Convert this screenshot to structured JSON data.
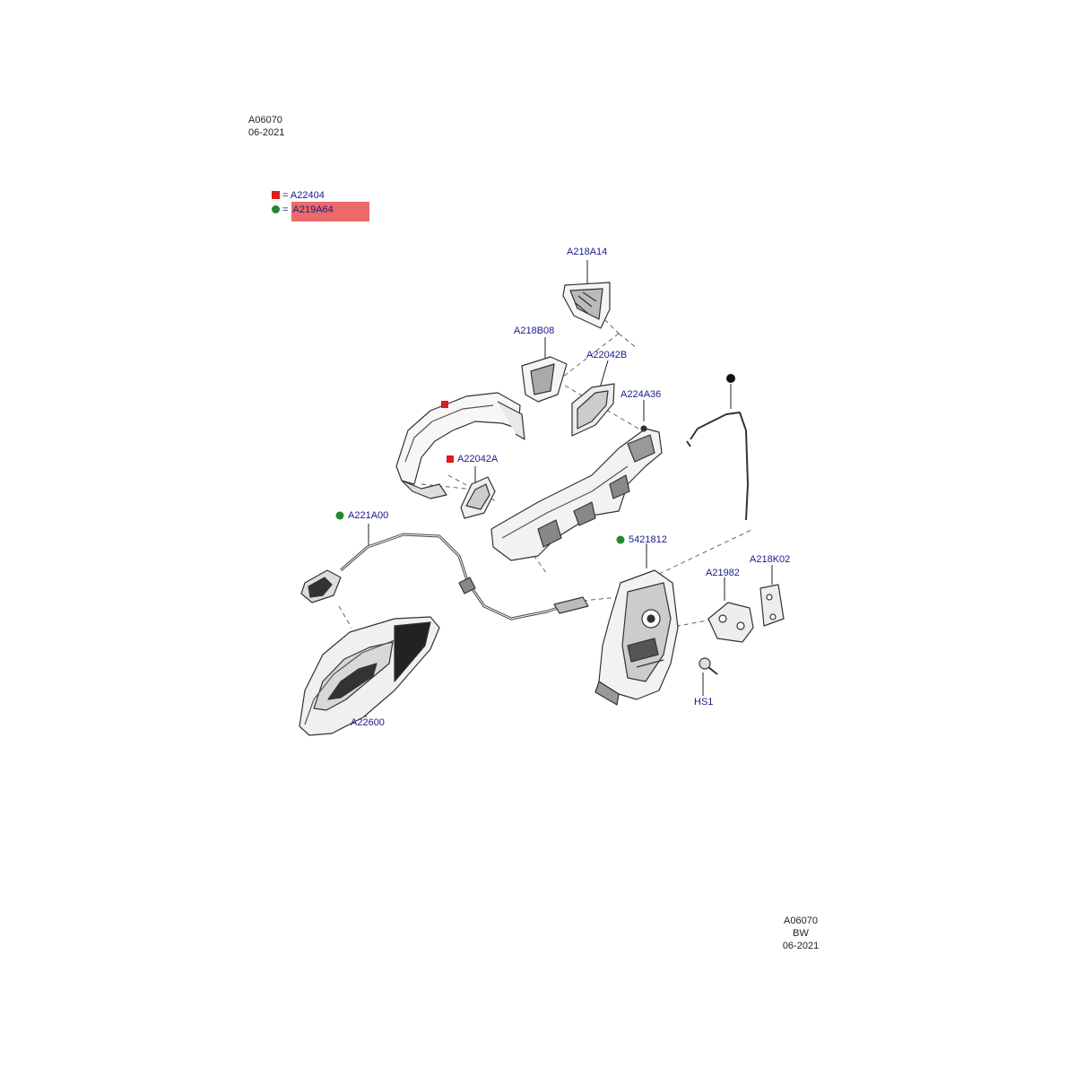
{
  "header": {
    "code": "A06070",
    "date": "06-2021"
  },
  "footer": {
    "code": "A06070",
    "author": "BW",
    "date": "06-2021"
  },
  "legend": [
    {
      "marker": "red-square",
      "eq": "=",
      "part": "A22404"
    },
    {
      "marker": "green-circle",
      "eq": "=",
      "part": "A219A64",
      "highlighted": true
    }
  ],
  "parts": {
    "a218a14": "A218A14",
    "a218b08": "A218B08",
    "a22042b": "A22042B",
    "a224a36": "A224A36",
    "a22042a": "A22042A",
    "a221a00": "A221A00",
    "p5421812": "5421812",
    "a21982": "A21982",
    "a218k02": "A218K02",
    "hs1": "HS1",
    "a22600": "A22600"
  },
  "colors": {
    "red_marker": "#e01b1b",
    "green_marker": "#1f8a2b",
    "black_marker": "#111111",
    "label": "#1a1a8c",
    "highlight": "#ec6a6a"
  }
}
